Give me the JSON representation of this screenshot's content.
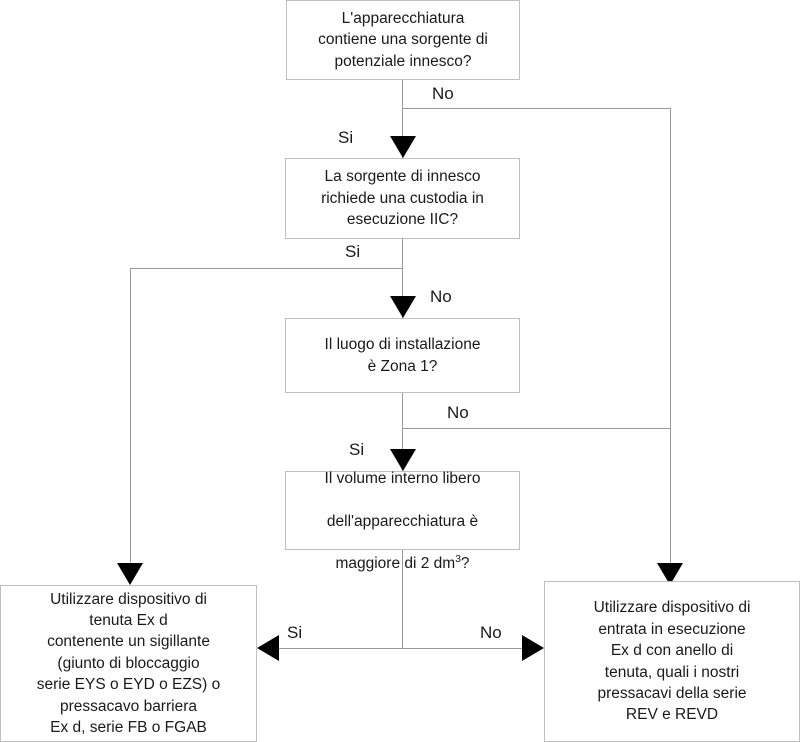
{
  "diagram": {
    "title": "Diagramma di selezione dispositivo Ex d",
    "language": "it",
    "colors": {
      "box_border": "#bfbfbf",
      "line": "#9a9a9a",
      "arrow": "#000000",
      "text": "#1a1a1a",
      "background": "#ffffff"
    }
  },
  "nodes": {
    "q1": {
      "id": "q1",
      "type": "decision",
      "text": "L'apparecchiatura\ncontiene una sorgente di\npotenziale innesco?"
    },
    "q2": {
      "id": "q2",
      "type": "decision",
      "text": "La sorgente di innesco\nrichiede una custodia in\nesecuzione IIC?"
    },
    "q3": {
      "id": "q3",
      "type": "decision",
      "text": "Il luogo di installazione\nè Zona 1?"
    },
    "q4": {
      "id": "q4",
      "type": "decision",
      "text_line1": "Il volume interno libero",
      "text_line2": "dell'apparecchiatura è",
      "text_line3_pre": "maggiore di 2 dm",
      "text_line3_sup": "3",
      "text_line3_post": "?"
    },
    "outcome_left": {
      "id": "outcome-left",
      "type": "terminal",
      "text": "Utilizzare dispositivo di\ntenuta Ex d\ncontenente un sigillante\n(giunto di bloccaggio\nserie EYS o EYD o EZS) o\npressacavo barriera\nEx d, serie FB o FGAB"
    },
    "outcome_right": {
      "id": "outcome-right",
      "type": "terminal",
      "text": "Utilizzare dispositivo di\nentrata in esecuzione\nEx d con anello di\ntenuta, quali i nostri\npressacavi della serie\nREV e REVD"
    }
  },
  "edge_labels": {
    "q1_no": "No",
    "q1_si": "Si",
    "q2_si": "Si",
    "q2_no": "No",
    "q3_no": "No",
    "q3_si": "Si",
    "q4_si": "Si",
    "q4_no": "No"
  }
}
